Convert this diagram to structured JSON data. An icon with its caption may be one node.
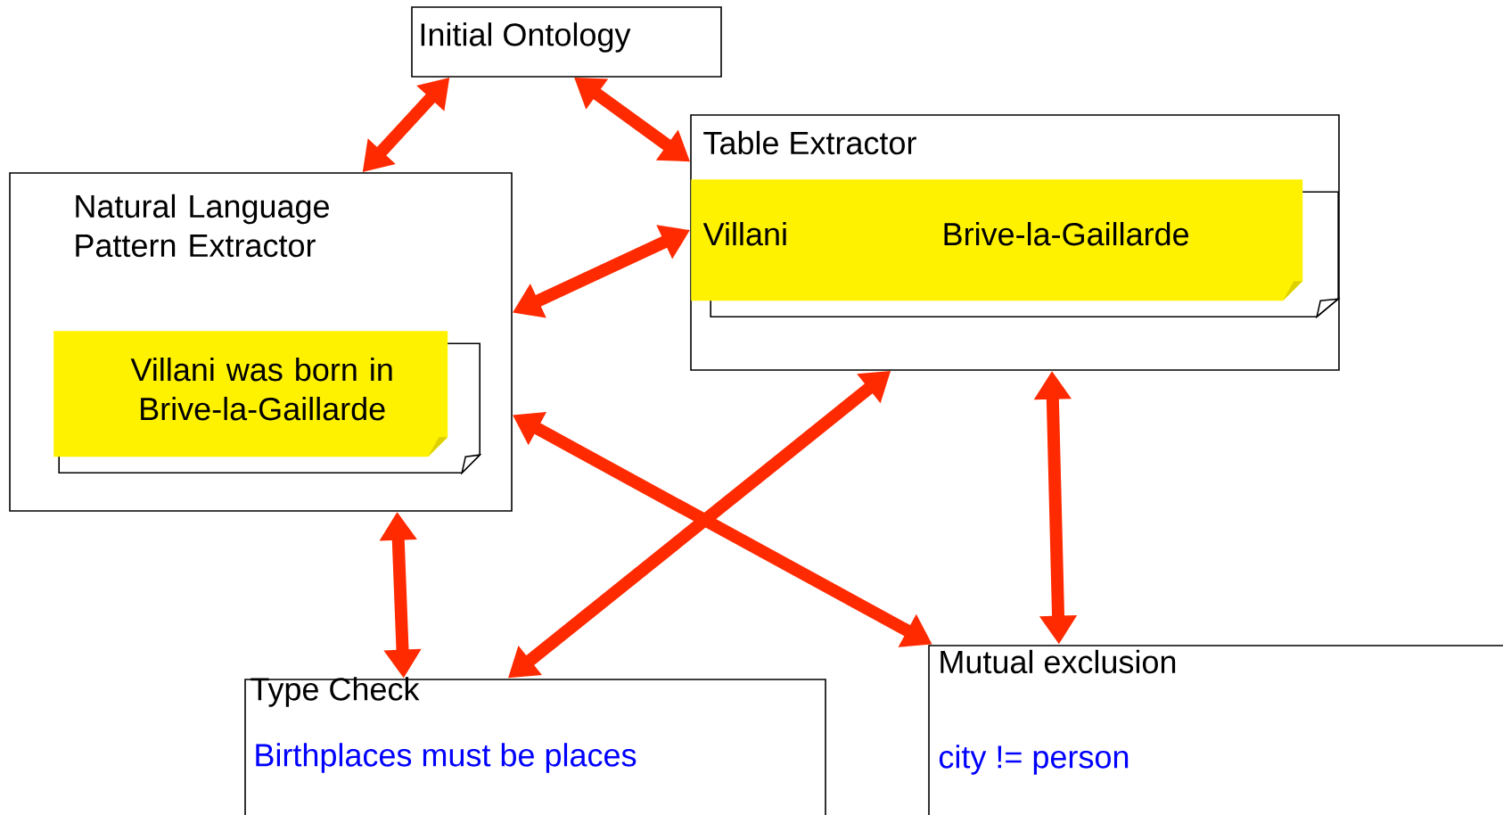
{
  "diagram": {
    "nodes": [
      {
        "text": [
          "Initial Ontology"
        ]
      },
      {
        "text": [
          "Natural Language Pattern Extractor"
        ]
      },
      {
        "text": [
          "Villani was born in Brive-la-Gaillarde"
        ],
        "in": 1
      },
      {
        "text": [
          "Table Extractor"
        ]
      },
      {
        "text": [
          "Villani",
          "Brive-la-Gaillarde"
        ],
        "in": 3
      },
      {
        "text": [
          "Type Check",
          "Birthplaces must be places"
        ]
      },
      {
        "text": [
          "Mutual exclusion",
          "city != person"
        ]
      }
    ],
    "edges": [
      {
        "from": 0,
        "to": 1,
        "arrow": "both"
      },
      {
        "from": 0,
        "to": 3,
        "arrow": "both"
      },
      {
        "from": 1,
        "to": 3,
        "arrow": "both"
      },
      {
        "from": 1,
        "to": 6,
        "arrow": "both"
      },
      {
        "from": 3,
        "to": 5,
        "arrow": "both"
      },
      {
        "from": 3,
        "to": 6,
        "arrow": "both"
      },
      {
        "from": 1,
        "to": 5,
        "arrow": "both"
      }
    ]
  }
}
